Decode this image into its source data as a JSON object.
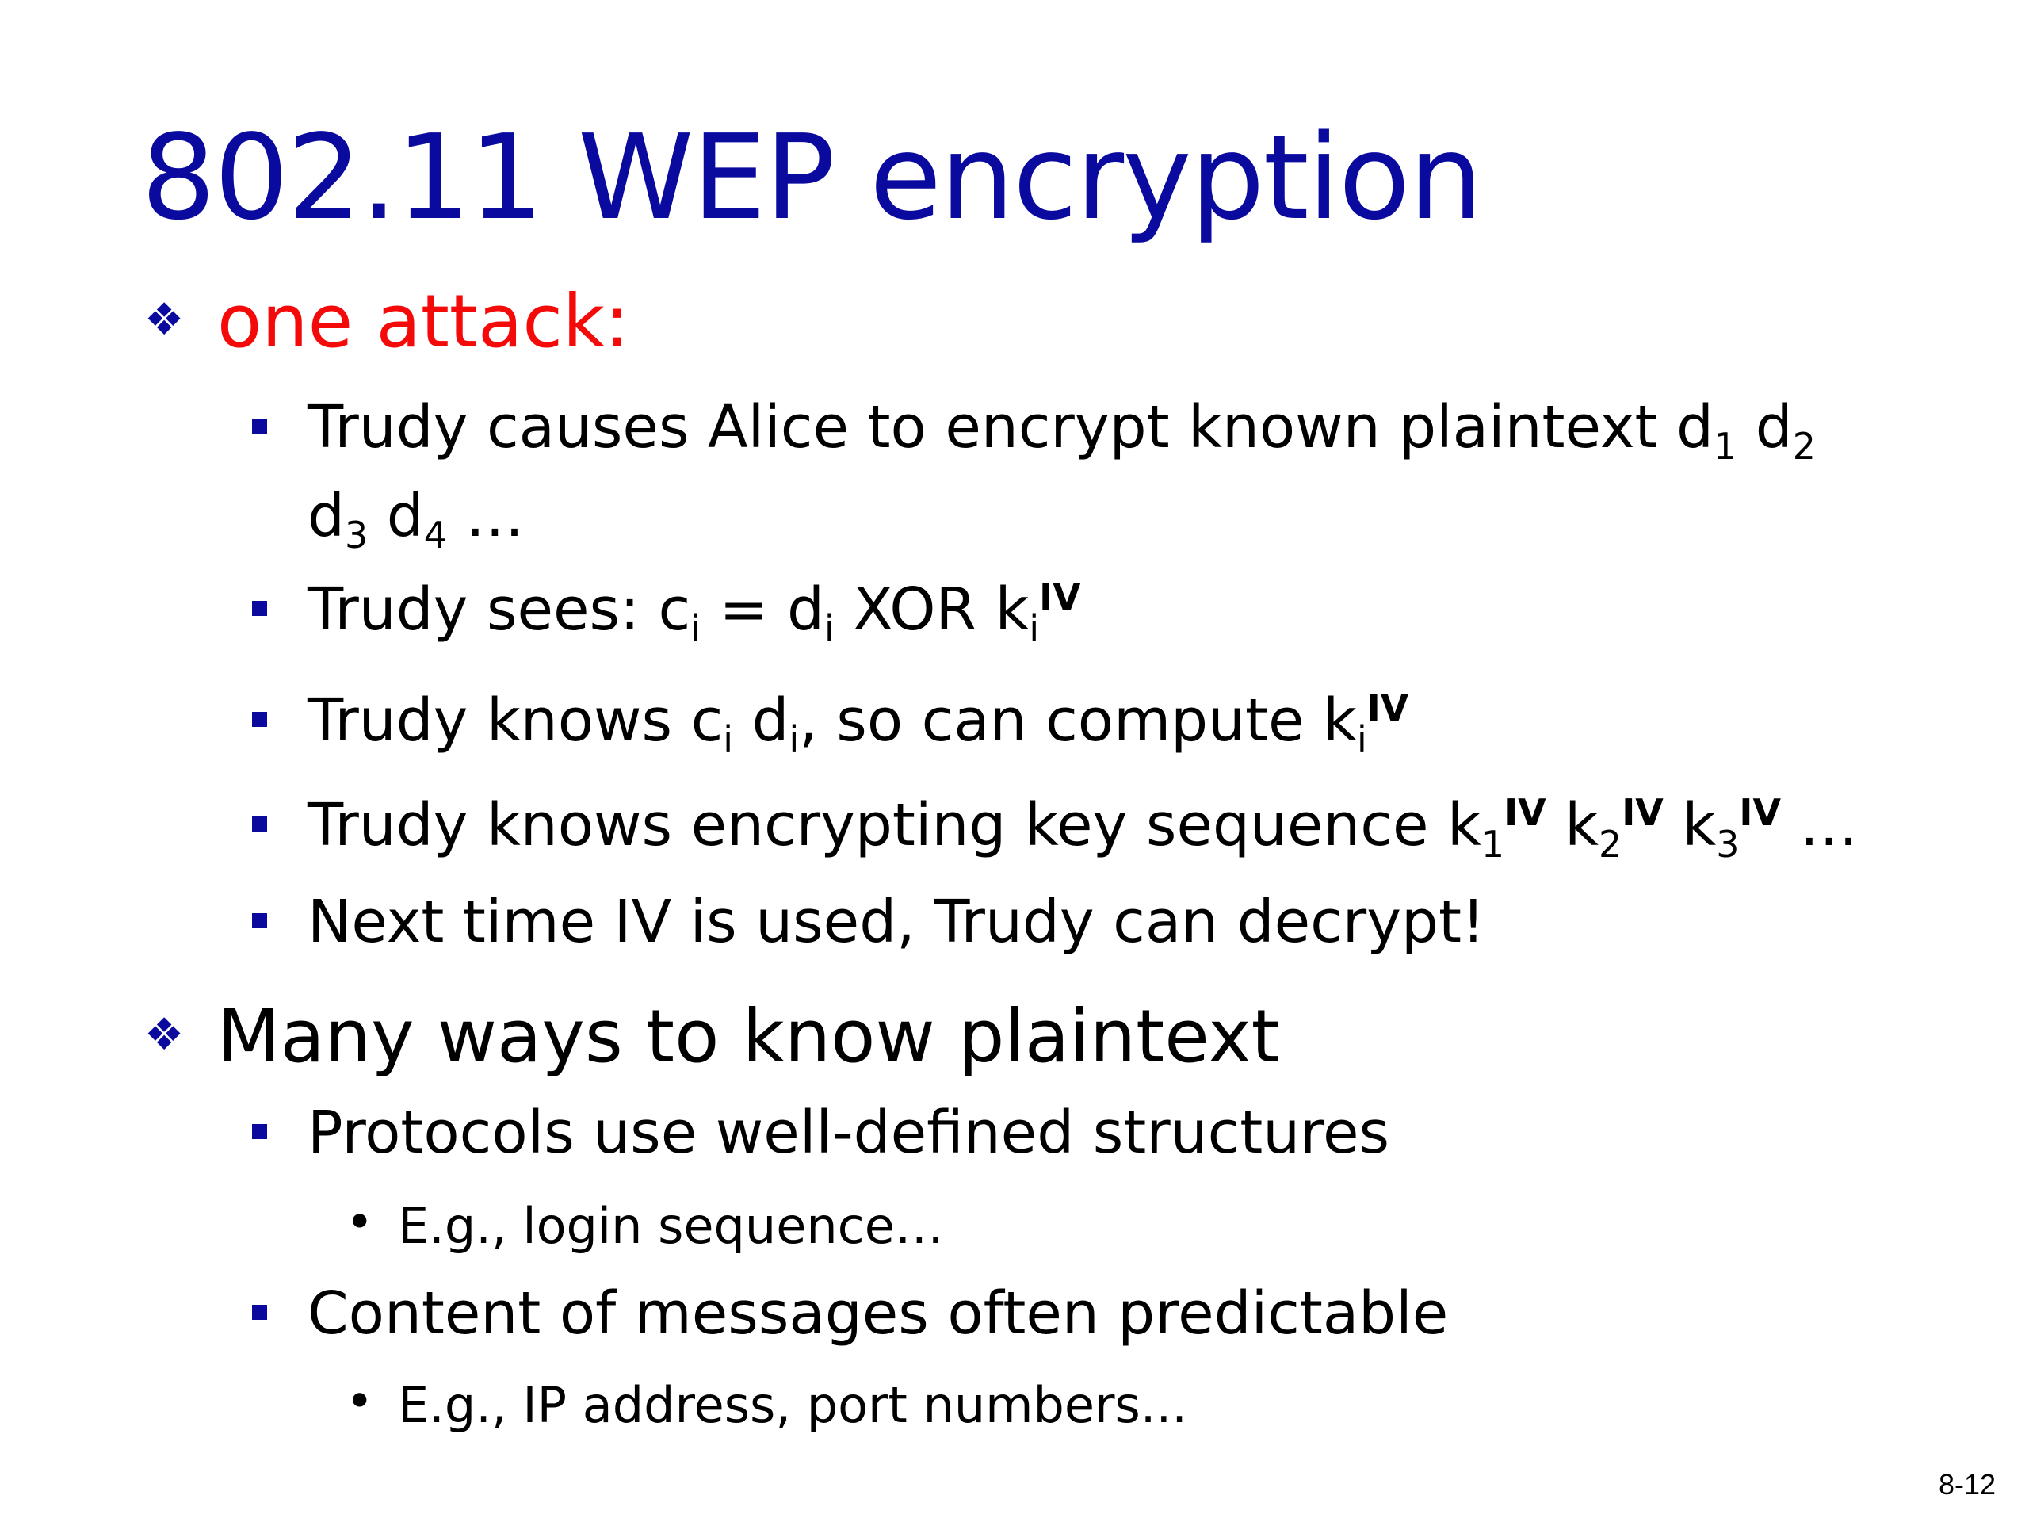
{
  "slide": {
    "title": "802.11 WEP encryption",
    "page_number": "8-12",
    "colors": {
      "title": "#0a0a9e",
      "highlight": "#f50a0a",
      "bullet": "#0a0a9e"
    },
    "bullets": {
      "one_attack": "one attack:",
      "b1": {
        "t1": "Trudy causes Alice to encrypt known plaintext d",
        "s1": "1",
        "t2": " d",
        "s2": "2",
        "t3": "d",
        "s3": "3",
        "t4": " d",
        "s4": "4",
        "t5": " …"
      },
      "b2": {
        "t1": "Trudy sees: c",
        "s1": "i",
        "t2": " = d",
        "s2": "i",
        "t3": " XOR  k",
        "s3": "i",
        "p3": "IV"
      },
      "b3": {
        "t1": "Trudy knows c",
        "s1": "i",
        "t2": " d",
        "s2": "i",
        "t3": ", so can compute  k",
        "s3": "i",
        "p3": "IV"
      },
      "b4": {
        "t1": "Trudy knows encrypting key sequence k",
        "s1": "1",
        "p1": "IV",
        "t2": " k",
        "s2": "2",
        "p2": "IV",
        "t3": " k",
        "s3": "3",
        "p3": "IV",
        "t4": " …"
      },
      "b5": "Next time IV is used, Trudy can decrypt!",
      "many_ways": "Many ways to know plaintext",
      "b6": "Protocols use well-defined structures",
      "b6a": "E.g., login sequence…",
      "b7": "Content of messages often predictable",
      "b7a": "E.g., IP address, port numbers..."
    }
  }
}
